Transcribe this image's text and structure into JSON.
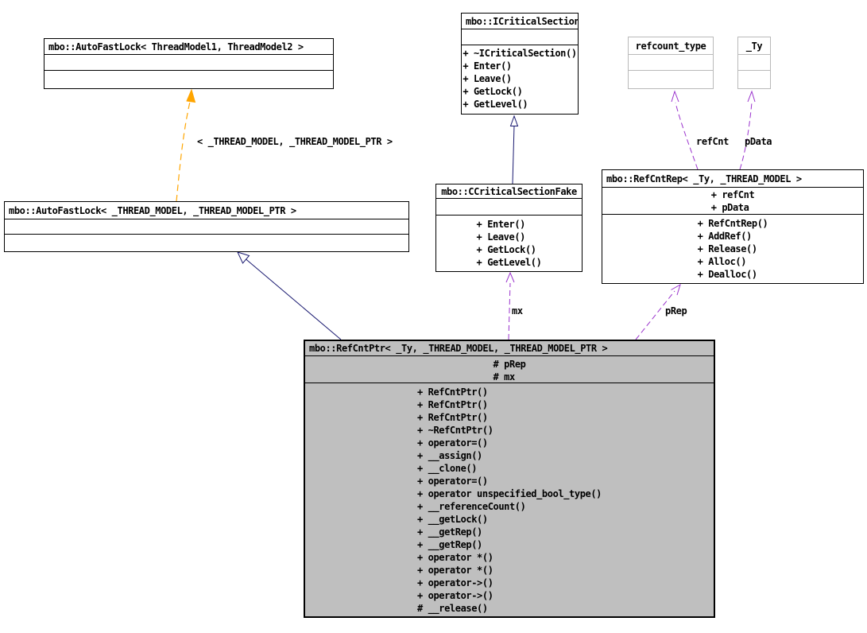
{
  "colors": {
    "background": "#ffffff",
    "node-border": "#000000",
    "node-border-muted": "#b9b9b9",
    "node-fill-highlight": "#bfbfbf",
    "edge-inherit": "#191970",
    "edge-usage": "#9a32cd",
    "edge-template": "#ffa500"
  },
  "nodes": {
    "afl_generic": {
      "title": "mbo::AutoFastLock< ThreadModel1, ThreadModel2 >"
    },
    "icritical_section": {
      "title": "mbo::ICriticalSection",
      "methods": [
        "+ ~ICriticalSection()",
        "+ Enter()",
        "+ Leave()",
        "+ GetLock()",
        "+ GetLevel()"
      ]
    },
    "refcount_type": {
      "title": "refcount_type"
    },
    "ty": {
      "title": "_Ty"
    },
    "afl_instance": {
      "title": "mbo::AutoFastLock< _THREAD_MODEL, _THREAD_MODEL_PTR >"
    },
    "ccritical_section_fake": {
      "title": "mbo::CCriticalSectionFake",
      "methods": [
        "+ Enter()",
        "+ Leave()",
        "+ GetLock()",
        "+ GetLevel()"
      ]
    },
    "ref_cnt_rep": {
      "title": "mbo::RefCntRep< _Ty, _THREAD_MODEL >",
      "attributes": [
        "+ refCnt",
        "+ pData"
      ],
      "methods": [
        "+ RefCntRep()",
        "+ AddRef()",
        "+ Release()",
        "+ Alloc()",
        "+ Dealloc()"
      ]
    },
    "ref_cnt_ptr": {
      "title": "mbo::RefCntPtr< _Ty, _THREAD_MODEL, _THREAD_MODEL_PTR >",
      "attributes": [
        "# pRep",
        "# mx"
      ],
      "methods": [
        "+ RefCntPtr()",
        "+ RefCntPtr()",
        "+ RefCntPtr()",
        "+ ~RefCntPtr()",
        "+ operator=()",
        "+ __assign()",
        "+ __clone()",
        "+ operator=()",
        "+ operator unspecified_bool_type()",
        "+ __referenceCount()",
        "+ __getLock()",
        "+ __getRep()",
        "+ __getRep()",
        "+ operator *()",
        "+ operator *()",
        "+ operator->()",
        "+ operator->()",
        "# __release()"
      ]
    }
  },
  "edge_labels": {
    "template_args": "< _THREAD_MODEL, _THREAD_MODEL_PTR >",
    "refcnt": "refCnt",
    "pdata": "pData",
    "mx": "mx",
    "prep": "pRep"
  }
}
